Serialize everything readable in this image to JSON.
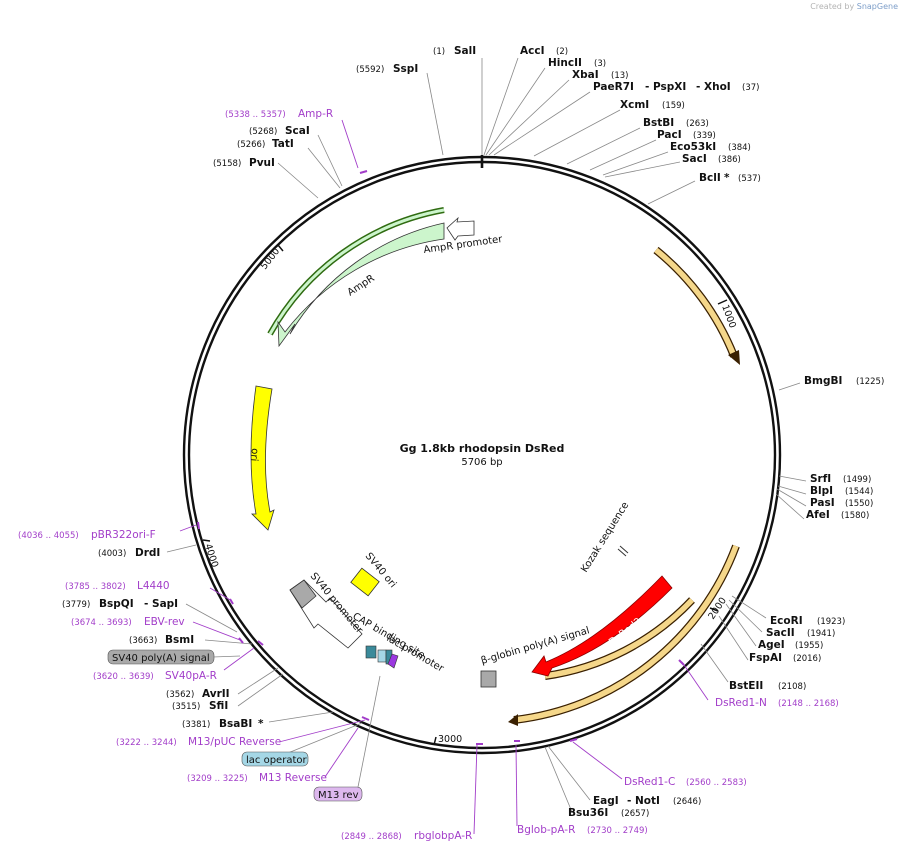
{
  "credit": {
    "created_by": "Created by",
    "app": "SnapGene"
  },
  "plasmid": {
    "name": "Gg 1.8kb rhodopsin DsRed",
    "length": "5706 bp"
  },
  "sites": [
    {
      "id": "sali",
      "name": "SalI",
      "pos": "(1)"
    },
    {
      "id": "acci",
      "name": "AccI",
      "pos": "(2)"
    },
    {
      "id": "hincii",
      "name": "HincII",
      "pos": "(3)"
    },
    {
      "id": "xbai",
      "name": "XbaI",
      "pos": "(13)"
    },
    {
      "id": "paer7i",
      "name": "PaeR7I",
      "name2": "- PspXI",
      "name3": "- XhoI",
      "pos": "(37)"
    },
    {
      "id": "xcmi",
      "name": "XcmI",
      "pos": "(159)"
    },
    {
      "id": "bstbi",
      "name": "BstBI",
      "pos": "(263)"
    },
    {
      "id": "paci",
      "name": "PacI",
      "pos": "(339)"
    },
    {
      "id": "eco53ki",
      "name": "Eco53kI",
      "pos": "(384)"
    },
    {
      "id": "saci",
      "name": "SacI",
      "pos": "(386)"
    },
    {
      "id": "bcli",
      "name": "BclI",
      "star": "*",
      "pos": "(537)"
    },
    {
      "id": "bmgbi",
      "name": "BmgBI",
      "pos": "(1225)"
    },
    {
      "id": "srfi",
      "name": "SrfI",
      "pos": "(1499)"
    },
    {
      "id": "blpi",
      "name": "BlpI",
      "pos": "(1544)"
    },
    {
      "id": "pasi",
      "name": "PasI",
      "pos": "(1550)"
    },
    {
      "id": "afei",
      "name": "AfeI",
      "pos": "(1580)"
    },
    {
      "id": "ecori",
      "name": "EcoRI",
      "pos": "(1923)"
    },
    {
      "id": "sacii",
      "name": "SacII",
      "pos": "(1941)"
    },
    {
      "id": "agei",
      "name": "AgeI",
      "pos": "(1955)"
    },
    {
      "id": "fspai",
      "name": "FspAI",
      "pos": "(2016)"
    },
    {
      "id": "bsteii",
      "name": "BstEII",
      "pos": "(2108)"
    },
    {
      "id": "eagi",
      "name": "EagI",
      "name2": "- NotI",
      "pos": "(2646)"
    },
    {
      "id": "bsu36i",
      "name": "Bsu36I",
      "pos": "(2657)"
    },
    {
      "id": "sspi",
      "name": "SspI",
      "pos": "(5592)"
    },
    {
      "id": "scai",
      "name": "ScaI",
      "pos": "(5268)"
    },
    {
      "id": "tati",
      "name": "TatI",
      "pos": "(5266)"
    },
    {
      "id": "pvui",
      "name": "PvuI",
      "pos": "(5158)"
    },
    {
      "id": "drdi",
      "name": "DrdI",
      "pos": "(4003)"
    },
    {
      "id": "bspqi",
      "name": "BspQI",
      "name2": "- SapI",
      "pos": "(3779)"
    },
    {
      "id": "bsmi",
      "name": "BsmI",
      "pos": "(3663)"
    },
    {
      "id": "avrii",
      "name": "AvrII",
      "pos": "(3562)"
    },
    {
      "id": "sfii",
      "name": "SfiI",
      "pos": "(3515)"
    },
    {
      "id": "bsabi",
      "name": "BsaBI",
      "star": "*",
      "pos": "(3381)"
    }
  ],
  "primers": [
    {
      "id": "ampr",
      "name": "Amp-R",
      "range": "(5338 .. 5357)"
    },
    {
      "id": "pbr322",
      "name": "pBR322ori-F",
      "range": "(4036 .. 4055)"
    },
    {
      "id": "l4440",
      "name": "L4440",
      "range": "(3785 .. 3802)"
    },
    {
      "id": "ebvrev",
      "name": "EBV-rev",
      "range": "(3674 .. 3693)"
    },
    {
      "id": "sv40par",
      "name": "SV40pA-R",
      "range": "(3620 .. 3639)"
    },
    {
      "id": "m13puc",
      "name": "M13/pUC Reverse",
      "range": "(3222 .. 3244)"
    },
    {
      "id": "m13rev",
      "name": "M13 Reverse",
      "range": "(3209 .. 3225)"
    },
    {
      "id": "rbglob",
      "name": "rbglobpA-R",
      "range": "(2849 .. 2868)"
    },
    {
      "id": "bglob",
      "name": "Bglob-pA-R",
      "range": "(2730 .. 2749)"
    },
    {
      "id": "dsred1c",
      "name": "DsRed1-C",
      "range": "(2560 .. 2583)"
    },
    {
      "id": "dsred1n",
      "name": "DsRed1-N",
      "range": "(2148 .. 2168)"
    }
  ],
  "features": {
    "ampr_promoter": "AmpR promoter",
    "ampr": "AmpR",
    "ori": "ori",
    "sv40_ori": "SV40 ori",
    "sv40_promoter": "SV40 promoter",
    "cap": "CAP binding site",
    "lac_promoter": "lac promoter",
    "kozak": "Kozak sequence",
    "dsred2": "DsRed2",
    "bglobin": "β-globin poly(A) signal"
  },
  "pills": {
    "sv40_polya": "SV40 poly(A) signal",
    "lac_operator": "lac operator",
    "m13_rev": "M13 rev"
  },
  "ticks": [
    "1000",
    "2000",
    "3000",
    "4000",
    "5000"
  ],
  "colors": {
    "ampr": "#ccf5cc",
    "ampr_edge": "#2f6b11",
    "ori": "#ffff00",
    "dsred": "#ff0000",
    "orange_feature": "#f5d78a",
    "orange_edge": "#3a2000",
    "primer": "#a23dc9",
    "sv40_polya": "#a9a9a9",
    "lac_operator": "#a5d7e6",
    "m13_rev": "#ddb8ee"
  }
}
